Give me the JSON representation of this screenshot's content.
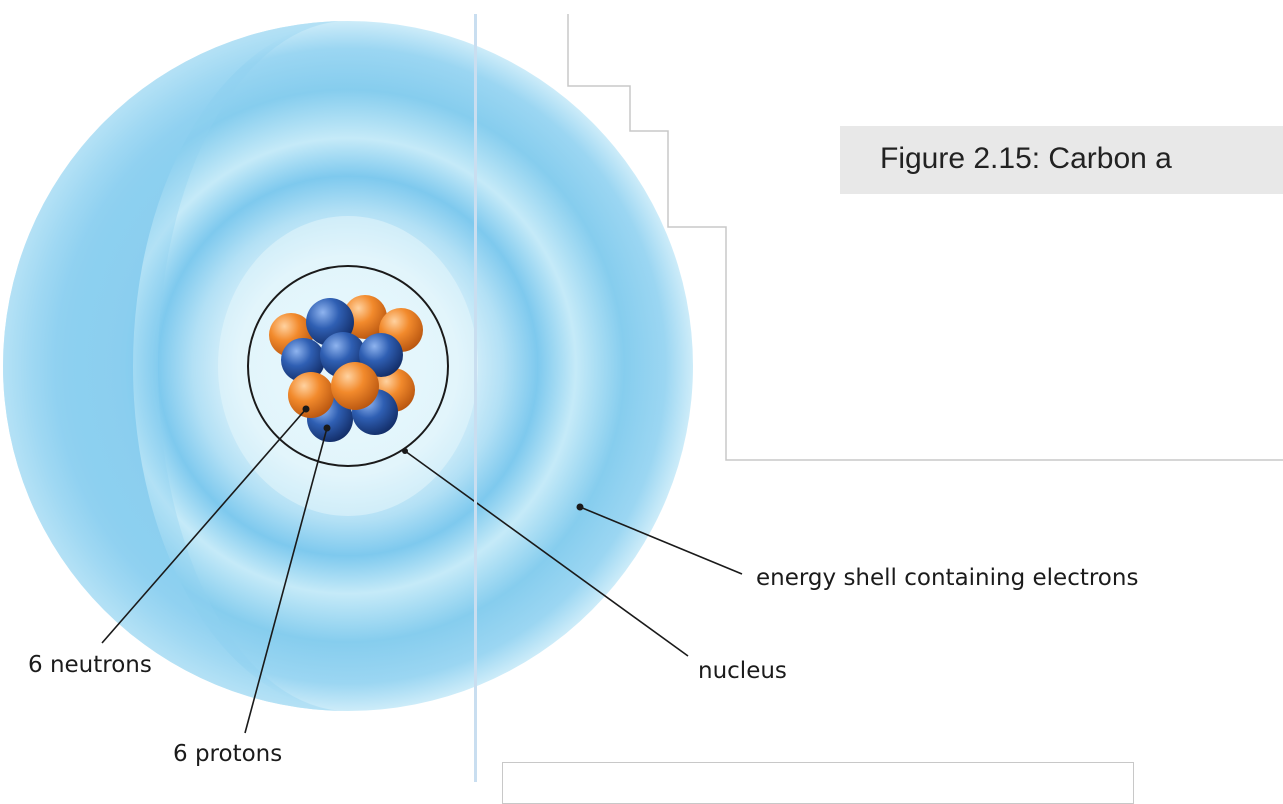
{
  "figure": {
    "caption": "Figure 2.15: Carbon a"
  },
  "labels": {
    "neutrons": "6 neutrons",
    "protons": "6 protons",
    "nucleus": "nucleus",
    "shell": "energy shell containing electrons"
  },
  "colors": {
    "shell_light": "#dff3fb",
    "shell_mid": "#a9dcf3",
    "shell_dark": "#7fc8ec",
    "proton": "#2a5aa8",
    "neutron": "#f08a2e",
    "divider": "#c9def0",
    "caption_bg": "#e8e8e8"
  }
}
